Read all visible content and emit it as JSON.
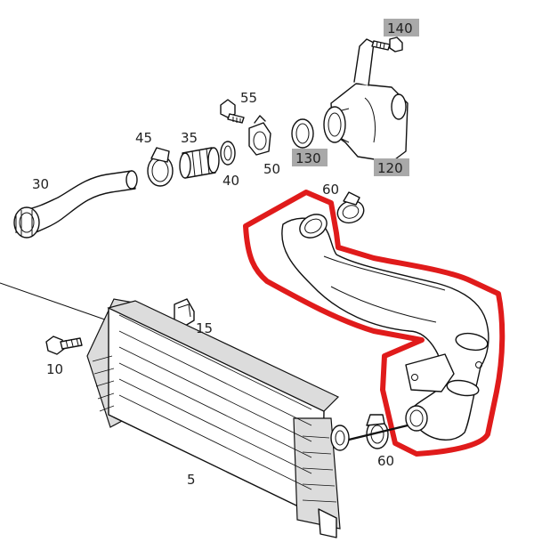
{
  "diagram": {
    "labels": {
      "p140": "140",
      "p55": "55",
      "p45": "45",
      "p35": "35",
      "p50": "50",
      "p130": "130",
      "p120": "120",
      "p40": "40",
      "p30": "30",
      "p60_top": "60",
      "p15": "15",
      "p10": "10",
      "p5": "5",
      "p60_bottom": "60"
    },
    "colors": {
      "highlight": "#e01b1b",
      "label_box": "#a9a9a9",
      "line": "#111111"
    }
  }
}
